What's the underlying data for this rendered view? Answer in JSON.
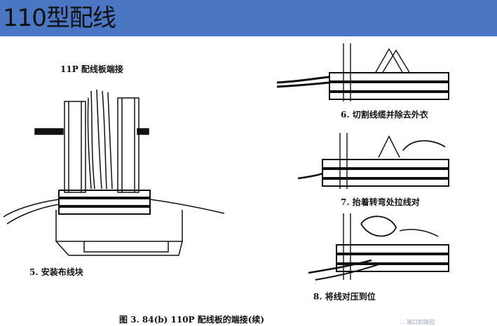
{
  "slide": {
    "title": "110型配线",
    "title_bar_color": "#4a76c4"
  },
  "figure": {
    "main_label": "11P 配线板端接",
    "step5": "5. 安装布线块",
    "step6": "6. 切割线缆并除去外衣",
    "step7": "7. 抬着转弯处拉线对",
    "step8": "8. 将线对压到位",
    "caption": "图 3. 84(b)    110P 配线板的端接(续)",
    "watermark": "... 端口知路园"
  }
}
